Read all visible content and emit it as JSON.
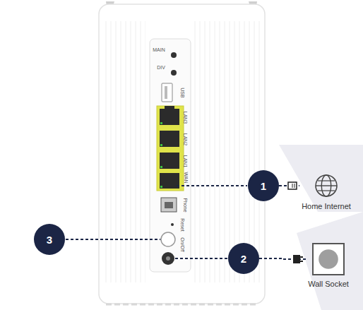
{
  "diagram": {
    "nodes": [
      {
        "text": [
          "1"
        ]
      },
      {
        "text": [
          "Home Internet"
        ]
      },
      {
        "text": [
          "2"
        ]
      },
      {
        "text": [
          "Wall Socket"
        ]
      },
      {
        "text": [
          "3"
        ]
      }
    ],
    "edges": [
      {
        "from": 0,
        "to": 1,
        "arrow": "none"
      },
      {
        "from": 2,
        "to": 3,
        "arrow": "none"
      }
    ],
    "labels": [
      "MAIN",
      "DIV",
      "USB",
      "LAN3",
      "LAN2",
      "LAN1",
      "WAN",
      "Phone",
      "Reset",
      "On/Off"
    ]
  }
}
